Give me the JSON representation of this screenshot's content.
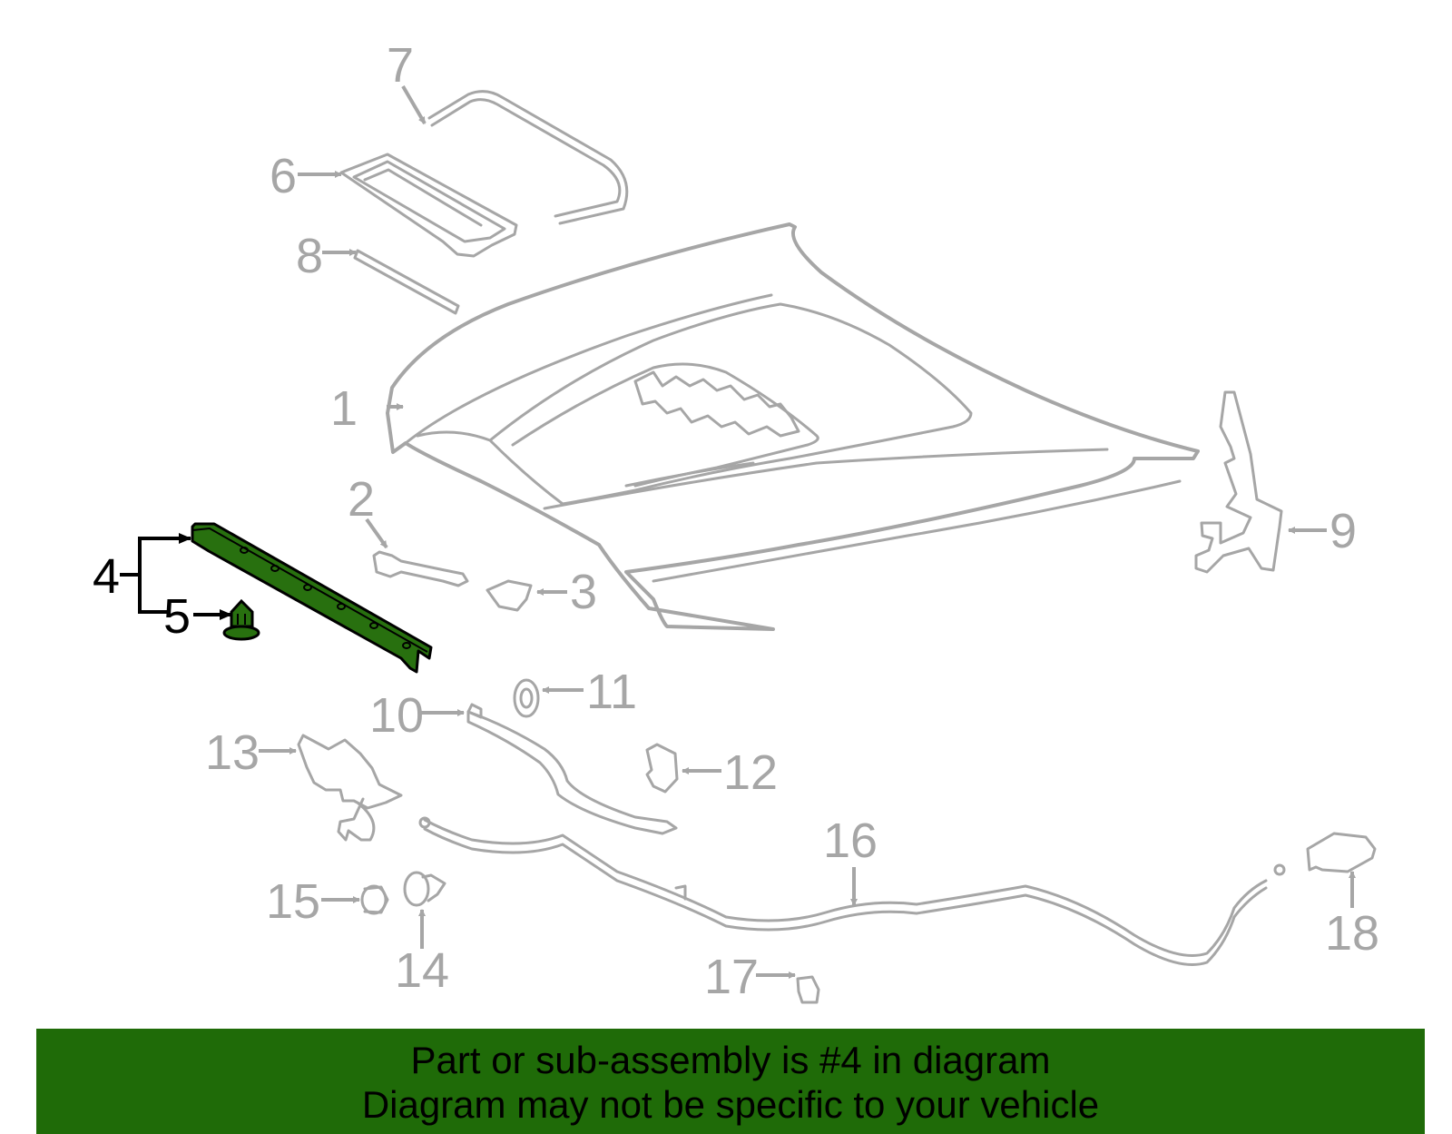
{
  "colors": {
    "highlight": "#28700f",
    "part_stroke": "#a6a6a6",
    "label_gray": "#a6a6a6",
    "label_highlight": "#000000",
    "banner_bg": "#1f6b08",
    "banner_text": "#000000"
  },
  "callouts": [
    {
      "id": "1",
      "text": "1",
      "highlighted": false
    },
    {
      "id": "2",
      "text": "2",
      "highlighted": false
    },
    {
      "id": "3",
      "text": "3",
      "highlighted": false
    },
    {
      "id": "4",
      "text": "4",
      "highlighted": true
    },
    {
      "id": "5",
      "text": "5",
      "highlighted": true
    },
    {
      "id": "6",
      "text": "6",
      "highlighted": false
    },
    {
      "id": "7",
      "text": "7",
      "highlighted": false
    },
    {
      "id": "8",
      "text": "8",
      "highlighted": false
    },
    {
      "id": "9",
      "text": "9",
      "highlighted": false
    },
    {
      "id": "10",
      "text": "10",
      "highlighted": false
    },
    {
      "id": "11",
      "text": "11",
      "highlighted": false
    },
    {
      "id": "12",
      "text": "12",
      "highlighted": false
    },
    {
      "id": "13",
      "text": "13",
      "highlighted": false
    },
    {
      "id": "14",
      "text": "14",
      "highlighted": false
    },
    {
      "id": "15",
      "text": "15",
      "highlighted": false
    },
    {
      "id": "16",
      "text": "16",
      "highlighted": false
    },
    {
      "id": "17",
      "text": "17",
      "highlighted": false
    },
    {
      "id": "18",
      "text": "18",
      "highlighted": false
    }
  ],
  "banner": {
    "line1": "Part or sub-assembly is #4 in diagram",
    "line2": "Diagram may not be specific to your vehicle"
  }
}
